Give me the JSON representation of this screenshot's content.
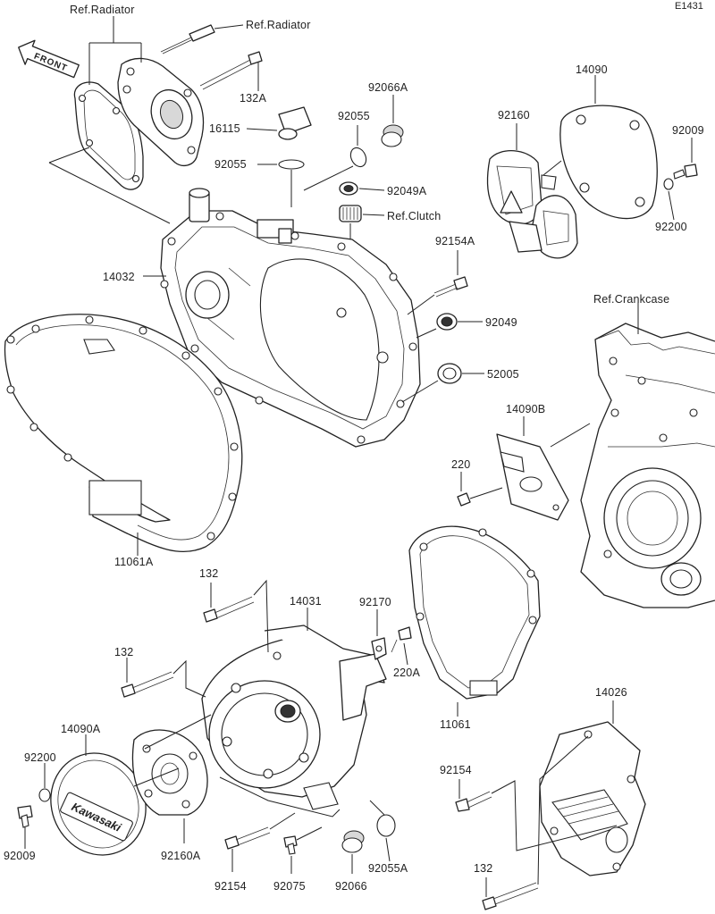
{
  "diagram_code": "E1431",
  "front_arrow_text": "FRONT",
  "labels": {
    "ref_radiator_top": "Ref.Radiator",
    "ref_radiator_bolt": "Ref.Radiator",
    "p132A": "132A",
    "p16115": "16115",
    "p92055_a": "92055",
    "p92055_b": "92055",
    "p92066A": "92066A",
    "p92049A": "92049A",
    "ref_clutch": "Ref.Clutch",
    "p14032": "14032",
    "p92154A": "92154A",
    "p92049": "92049",
    "p52005": "52005",
    "p92160": "92160",
    "p14090": "14090",
    "p92009_top": "92009",
    "p92200_top": "92200",
    "ref_crankcase": "Ref.Crankcase",
    "p14090B": "14090B",
    "p220": "220",
    "p11061A": "11061A",
    "p132_a": "132",
    "p132_b": "132",
    "p14031": "14031",
    "p92170": "92170",
    "p220A": "220A",
    "p11061": "11061",
    "p14090A": "14090A",
    "p92200_bot": "92200",
    "p92009_bot": "92009",
    "p92160A": "92160A",
    "p92154_a": "92154",
    "p92075": "92075",
    "p92066": "92066",
    "p92055A": "92055A",
    "p14026": "14026",
    "p92154_b": "92154",
    "p132_c": "132"
  },
  "emblem_text": "Kawasaki"
}
